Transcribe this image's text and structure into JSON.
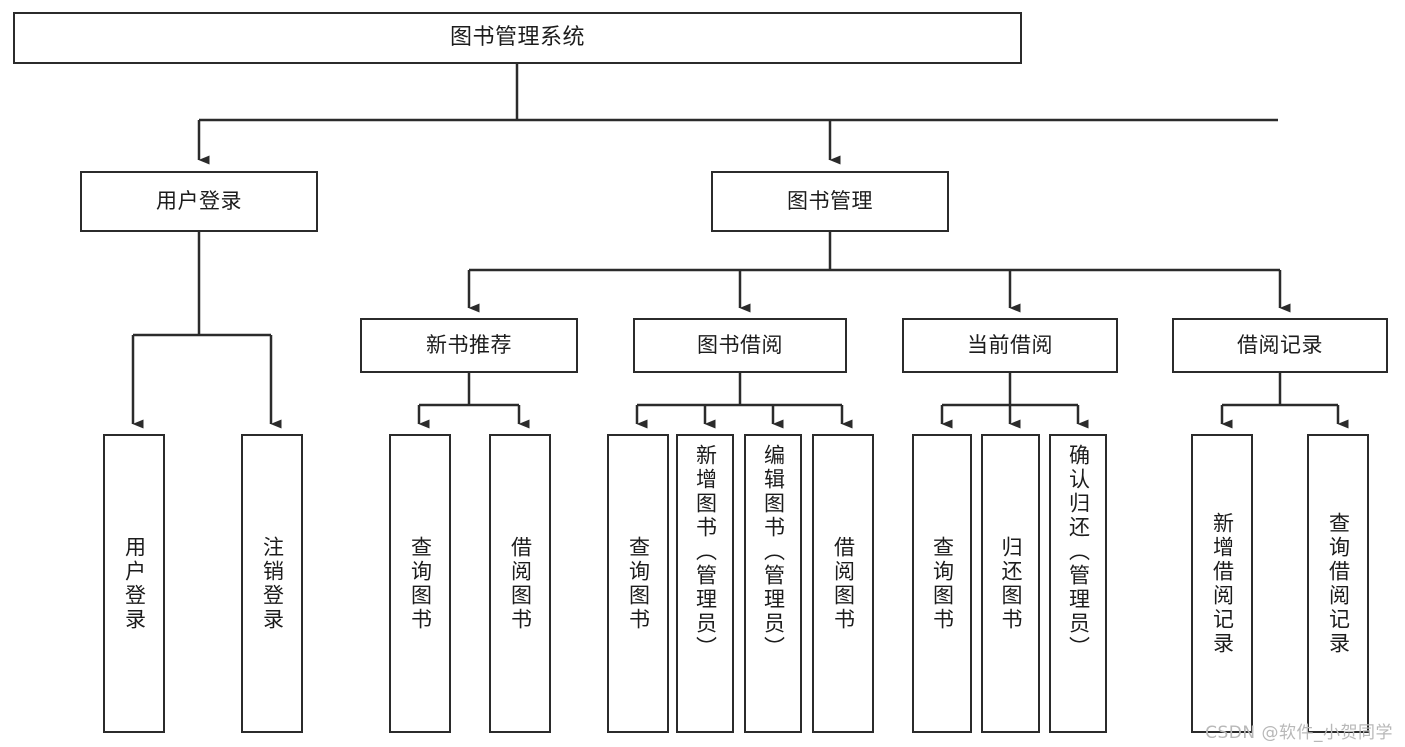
{
  "diagram": {
    "type": "tree-hierarchy-chart",
    "title": "图书管理系统",
    "watermark": "CSDN @软件_小贺同学",
    "colors": {
      "stroke": "#2b2b2b",
      "fill": "#ffffff",
      "text": "#1c1c1c",
      "watermark": "#b8b8b8"
    },
    "root": {
      "label": "图书管理系统",
      "id": "root"
    },
    "level2": [
      {
        "id": "user-login",
        "label": "用户登录"
      },
      {
        "id": "book-manage",
        "label": "图书管理"
      }
    ],
    "level3": [
      {
        "id": "new-book-recommend",
        "label": "新书推荐",
        "parent": "book-manage"
      },
      {
        "id": "book-borrow",
        "label": "图书借阅",
        "parent": "book-manage"
      },
      {
        "id": "current-borrow",
        "label": "当前借阅",
        "parent": "book-manage"
      },
      {
        "id": "borrow-record",
        "label": "借阅记录",
        "parent": "book-manage"
      }
    ],
    "leaves": [
      {
        "id": "leaf-user-login",
        "label": "用户登录",
        "parent": "user-login"
      },
      {
        "id": "leaf-user-logout",
        "label": "注销登录",
        "parent": "user-login"
      },
      {
        "id": "leaf-query-book-1",
        "label": "查询图书",
        "parent": "new-book-recommend"
      },
      {
        "id": "leaf-borrow-book-1",
        "label": "借阅图书",
        "parent": "new-book-recommend"
      },
      {
        "id": "leaf-query-book-2",
        "label": "查询图书",
        "parent": "book-borrow"
      },
      {
        "id": "leaf-add-book",
        "label": "新增图书（管理员）",
        "parent": "book-borrow"
      },
      {
        "id": "leaf-edit-book",
        "label": "编辑图书（管理员）",
        "parent": "book-borrow"
      },
      {
        "id": "leaf-borrow-book-2",
        "label": "借阅图书",
        "parent": "book-borrow"
      },
      {
        "id": "leaf-query-book-3",
        "label": "查询图书",
        "parent": "current-borrow"
      },
      {
        "id": "leaf-return-book",
        "label": "归还图书",
        "parent": "current-borrow"
      },
      {
        "id": "leaf-confirm-return",
        "label": "确认归还（管理员）",
        "parent": "current-borrow"
      },
      {
        "id": "leaf-add-record",
        "label": "新增借阅记录",
        "parent": "borrow-record"
      },
      {
        "id": "leaf-query-record",
        "label": "查询借阅记录",
        "parent": "borrow-record"
      }
    ]
  }
}
